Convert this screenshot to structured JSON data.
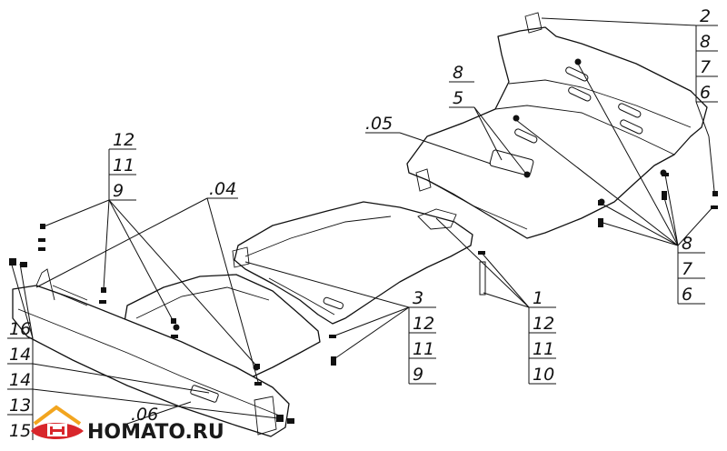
{
  "callouts": {
    "top_right": [
      "2",
      "8",
      "7",
      "6"
    ],
    "mid_top": [
      "8",
      "5"
    ],
    "part_05": ".05",
    "left_stack": [
      "12",
      "11",
      "9"
    ],
    "part_04": ".04",
    "right_mid": [
      "8",
      "7",
      "6"
    ],
    "center_stack": [
      "3",
      "12",
      "11",
      "9"
    ],
    "right_bottom": [
      "1",
      "12",
      "11",
      "10"
    ],
    "left_bottom": [
      "16",
      "14",
      "14",
      "13",
      "15"
    ],
    "part_06": ".06"
  },
  "logo": {
    "text": "HOMATO.RU",
    "icon": "homato-logo-icon"
  },
  "colors": {
    "logo_red": "#d8262b",
    "logo_orange": "#f2a51f",
    "line": "#111111"
  }
}
